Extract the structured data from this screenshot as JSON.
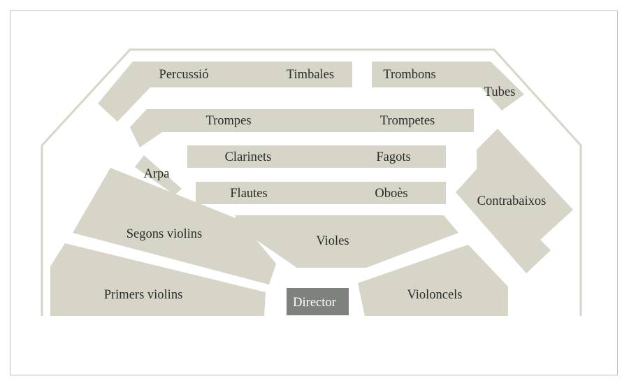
{
  "diagram": {
    "sections": {
      "percussio": "Percussió",
      "timbales": "Timbales",
      "trombons": "Trombons",
      "tubes": "Tubes",
      "trompes": "Trompes",
      "trompetes": "Trompetes",
      "clarinets": "Clarinets",
      "fagots": "Fagots",
      "arpa": "Arpa",
      "flautes": "Flautes",
      "oboes": "Oboès",
      "contrabaixos": "Contrabaixos",
      "segons_violins": "Segons violins",
      "violes": "Violes",
      "primers_violins": "Primers violins",
      "director": "Director",
      "violoncels": "Violoncels"
    },
    "colors": {
      "section_fill": "#d6d5c8",
      "director_fill": "#7e827d",
      "frame_border": "#bdbdbd"
    }
  }
}
